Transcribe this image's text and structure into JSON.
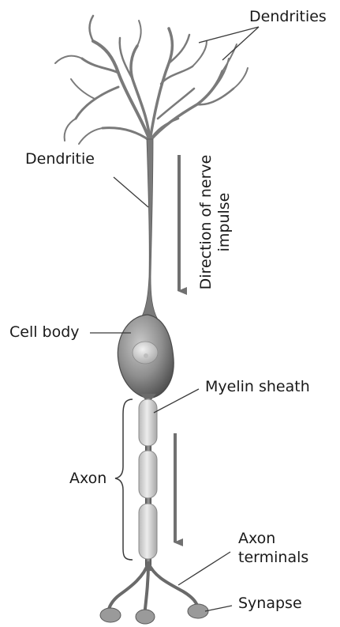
{
  "labels": {
    "dendrities": "Dendrities",
    "dendritie": "Dendritie",
    "cell_body": "Cell body",
    "myelin_sheath": "Myelin sheath",
    "axon": "Axon",
    "axon_terminals_line1": "Axon",
    "axon_terminals_line2": "terminals",
    "synapse": "Synapse",
    "direction_line1": "Direction of nerve",
    "direction_line2": "impulse"
  },
  "colors": {
    "membrane": "#9a9a9a",
    "membrane_dark": "#5c5c5c",
    "myelin": "#d8d8d8",
    "arrow": "#707070",
    "leader_line": "#3a3a3a"
  }
}
